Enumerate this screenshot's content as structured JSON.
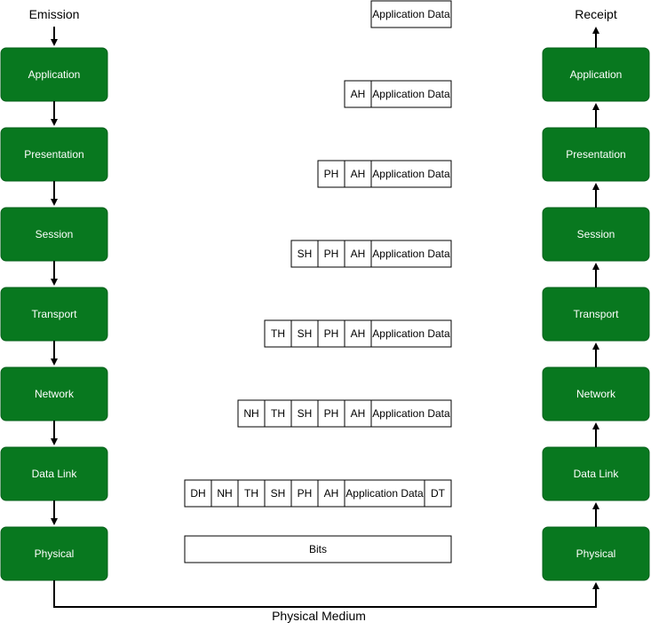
{
  "emission_label": "Emission",
  "receipt_label": "Receipt",
  "medium_label": "Physical Medium",
  "layers": [
    "Application",
    "Presentation",
    "Session",
    "Transport",
    "Network",
    "Data Link",
    "Physical"
  ],
  "packets": [
    [
      "Application Data"
    ],
    [
      "AH",
      "Application Data"
    ],
    [
      "PH",
      "AH",
      "Application Data"
    ],
    [
      "SH",
      "PH",
      "AH",
      "Application Data"
    ],
    [
      "TH",
      "SH",
      "PH",
      "AH",
      "Application Data"
    ],
    [
      "NH",
      "TH",
      "SH",
      "PH",
      "AH",
      "Application Data"
    ],
    [
      "DH",
      "NH",
      "TH",
      "SH",
      "PH",
      "AH",
      "Application Data",
      "DT"
    ],
    [
      "Bits"
    ]
  ],
  "colors": {
    "layer_fill": "#08781f",
    "layer_text": "#ffffff"
  }
}
